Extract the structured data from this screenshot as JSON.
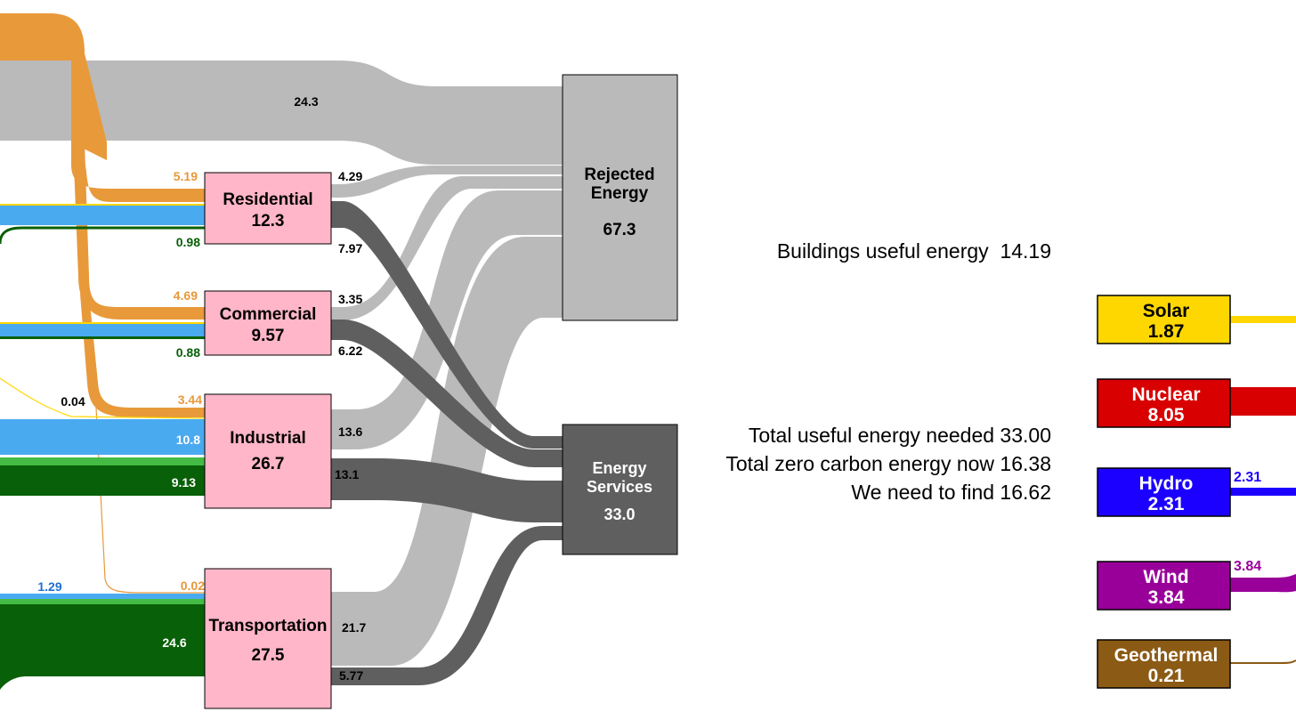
{
  "nodes": {
    "rejected": {
      "line1": "Rejected",
      "line2": "Energy",
      "value": "67.3"
    },
    "services": {
      "line1": "Energy",
      "line2": "Services",
      "value": "33.0"
    },
    "residential": {
      "label": "Residential",
      "value": "12.3"
    },
    "commercial": {
      "label": "Commercial",
      "value": "9.57"
    },
    "industrial": {
      "label": "Industrial",
      "value": "26.7"
    },
    "transportation": {
      "label": "Transportation",
      "value": "27.5"
    }
  },
  "flow_labels": {
    "electric_rejected": "24.3",
    "res_elec": "5.19",
    "res_gas": "0.98",
    "res_rejected": "4.29",
    "res_services": "7.97",
    "com_elec": "4.69",
    "com_gas": "0.88",
    "com_rejected": "3.35",
    "com_services": "6.22",
    "solar_ind": "0.04",
    "ind_elec": "3.44",
    "ind_gas": "10.8",
    "ind_petro": "9.13",
    "ind_rejected": "13.6",
    "ind_services": "13.1",
    "trans_gas": "1.29",
    "trans_elec": "0.02",
    "trans_petro": "24.6",
    "trans_rejected": "21.7",
    "trans_services": "5.77",
    "hydro_out": "2.31",
    "wind_out": "3.84"
  },
  "notes": {
    "buildings": "Buildings useful energy  14.19",
    "total_needed": "Total useful energy needed 33.00",
    "zero_carbon": "Total zero carbon energy now 16.38",
    "find": "We need to find 16.62"
  },
  "sources": [
    {
      "key": "solar",
      "name": "Solar",
      "value": "1.87",
      "color": "#FFD700",
      "text_color": "#000000"
    },
    {
      "key": "nuclear",
      "name": "Nuclear",
      "value": "8.05",
      "color": "#D80000",
      "text_color": "#FFFFFF"
    },
    {
      "key": "hydro",
      "name": "Hydro",
      "value": "2.31",
      "color": "#1C00FF",
      "text_color": "#FFFFFF"
    },
    {
      "key": "wind",
      "name": "Wind",
      "value": "3.84",
      "color": "#990099",
      "text_color": "#FFFFFF"
    },
    {
      "key": "geothermal",
      "name": "Geothermal",
      "value": "0.21",
      "color": "#8B5A14",
      "text_color": "#FFFFFF"
    }
  ],
  "colors": {
    "electricity": "#E8993A",
    "natural_gas": "#4AAAF0",
    "petroleum": "#086008",
    "rejected": "#BABABA",
    "services": "#5F5F5F",
    "sector_fill": "#FFB6C8"
  }
}
